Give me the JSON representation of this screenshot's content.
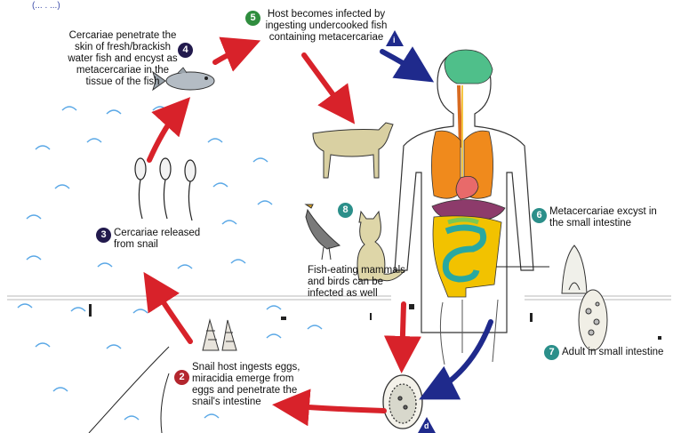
{
  "top_fragment": "(... . ...)",
  "stages": [
    {
      "number": "4",
      "text": "Cercariae penetrate the skin of fresh/brackish water fish and encyst as metacercariae in the tissue of the fish",
      "color": "#221a4d"
    },
    {
      "number": "5",
      "text": "Host becomes infected by ingesting undercooked fish containing metacercariae",
      "color": "#2f8d3e",
      "marker": "i"
    },
    {
      "number": "3",
      "text": "Cercariae released from snail",
      "color": "#221a4d"
    },
    {
      "number": "8",
      "text": "Fish-eating mammals and birds can be infected as well",
      "color": "#2b8f8a"
    },
    {
      "number": "6",
      "text": "Metacercariae excyst in the small intestine",
      "color": "#2b8f8a"
    },
    {
      "number": "2",
      "text": "Snail host ingests eggs, miracidia emerge from eggs and penetrate the snail's intestine",
      "color": "#b3262e"
    },
    {
      "number": "7",
      "text": "Adult in small intestine",
      "color": "#2b8f8a"
    }
  ],
  "markers": {
    "infective": "i",
    "diagnostic": "d"
  },
  "arrow_colors": {
    "red": "#d8222a",
    "blue": "#1f2a8c"
  },
  "organ_colors": {
    "brain": "#4fbf8a",
    "lungs": "#f08a1c",
    "heart": "#e86a6a",
    "liver": "#8d3b6b",
    "intestine": "#29a8a0",
    "colon": "#f2c200"
  }
}
